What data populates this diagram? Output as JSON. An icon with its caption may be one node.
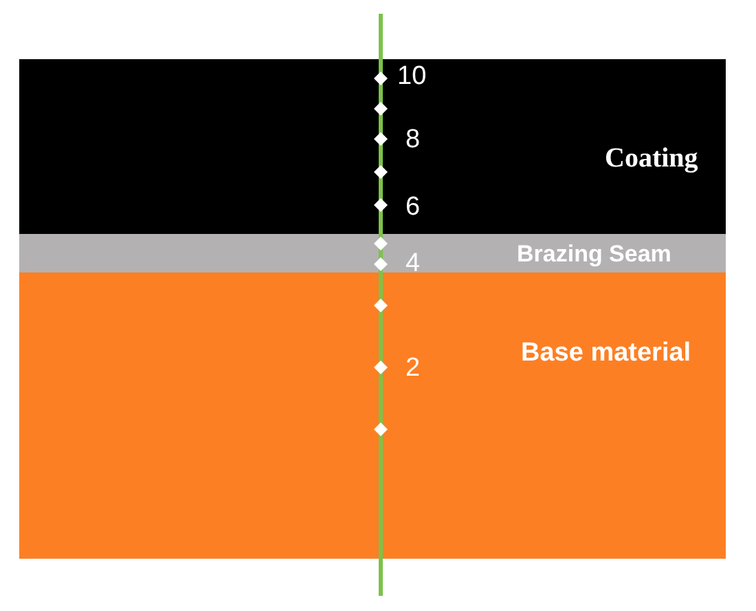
{
  "diagram": {
    "nodes": [
      {
        "text": [
          "Coating"
        ]
      },
      {
        "text": [
          "Brazing Seam"
        ]
      },
      {
        "text": [
          "Base material"
        ]
      }
    ],
    "labels": [
      "10",
      "8",
      "6",
      "4",
      "2"
    ]
  }
}
